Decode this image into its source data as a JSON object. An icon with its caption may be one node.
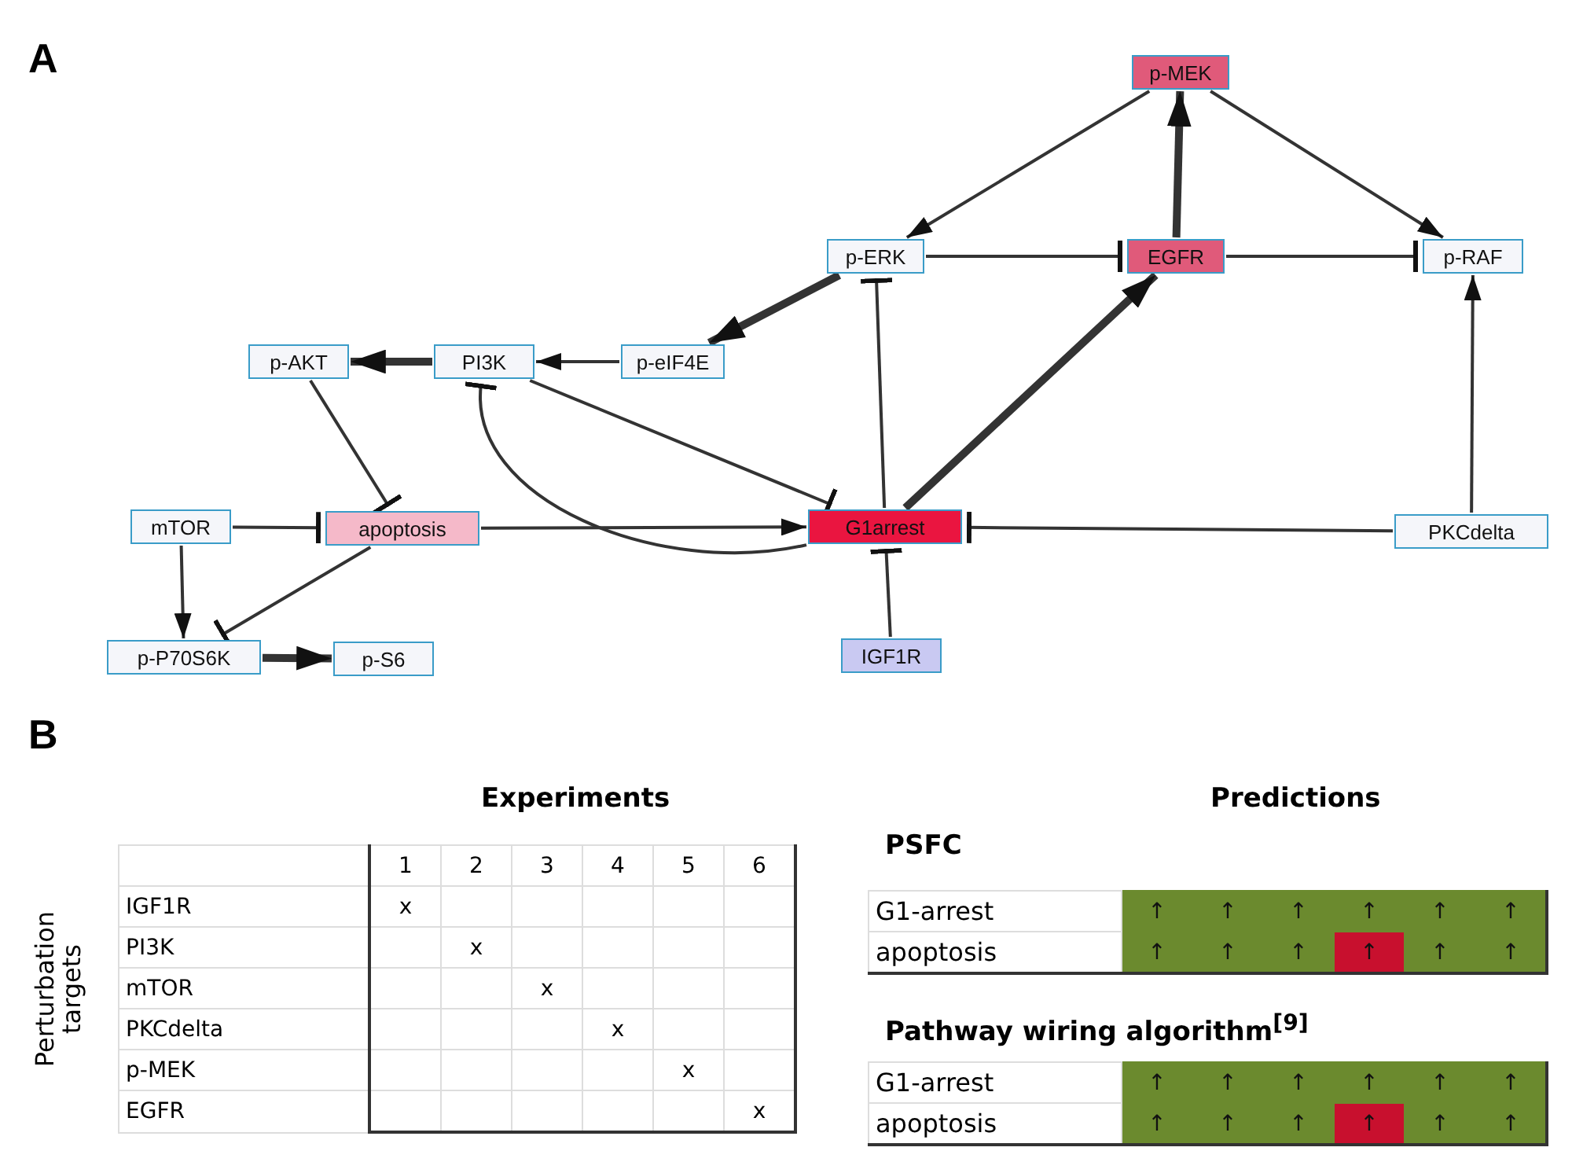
{
  "diagram": {
    "nodes": [
      {
        "text": [
          "p-MEK"
        ]
      },
      {
        "text": [
          "p-ERK"
        ]
      },
      {
        "text": [
          "EGFR"
        ]
      },
      {
        "text": [
          "p-RAF"
        ]
      },
      {
        "text": [
          "p-AKT"
        ]
      },
      {
        "text": [
          "PI3K"
        ]
      },
      {
        "text": [
          "p-eIF4E"
        ]
      },
      {
        "text": [
          "mTOR"
        ]
      },
      {
        "text": [
          "apoptosis"
        ]
      },
      {
        "text": [
          "G1arrest"
        ]
      },
      {
        "text": [
          "PKCdelta"
        ]
      },
      {
        "text": [
          "p-P70S6K"
        ]
      },
      {
        "text": [
          "p-S6"
        ]
      },
      {
        "text": [
          "IGF1R"
        ]
      }
    ],
    "edges": [
      {
        "from": 0,
        "to": 1,
        "arrow": "to"
      },
      {
        "from": 2,
        "to": 0,
        "arrow": "to",
        "style": "thick"
      },
      {
        "from": 0,
        "to": 3,
        "arrow": "to"
      },
      {
        "from": 1,
        "to": 2,
        "arrow": "other"
      },
      {
        "from": 2,
        "to": 3,
        "arrow": "other"
      },
      {
        "from": 1,
        "to": 6,
        "arrow": "to",
        "style": "thick"
      },
      {
        "from": 6,
        "to": 5,
        "arrow": "to"
      },
      {
        "from": 5,
        "to": 4,
        "arrow": "to",
        "style": "thick"
      },
      {
        "from": 9,
        "to": 1,
        "arrow": "other"
      },
      {
        "from": 9,
        "to": 2,
        "arrow": "to",
        "style": "thick"
      },
      {
        "from": 5,
        "to": 9,
        "arrow": "other"
      },
      {
        "from": 9,
        "to": 5,
        "arrow": "other"
      },
      {
        "from": 4,
        "to": 8,
        "arrow": "other"
      },
      {
        "from": 7,
        "to": 8,
        "arrow": "other"
      },
      {
        "from": 8,
        "to": 9,
        "arrow": "to"
      },
      {
        "from": 10,
        "to": 9,
        "arrow": "other"
      },
      {
        "from": 10,
        "to": 3,
        "arrow": "to"
      },
      {
        "from": 13,
        "to": 9,
        "arrow": "other"
      },
      {
        "from": 7,
        "to": 11,
        "arrow": "to"
      },
      {
        "from": 8,
        "to": 11,
        "arrow": "other"
      },
      {
        "from": 11,
        "to": 12,
        "arrow": "to",
        "style": "thick"
      }
    ],
    "labels": [
      "A",
      "B",
      "Experiments",
      "Perturbation targets",
      "1",
      "2",
      "3",
      "4",
      "5",
      "6",
      "IGF1R",
      "x",
      "PI3K",
      "x",
      "mTOR",
      "x",
      "PKCdelta",
      "x",
      "p-MEK",
      "x",
      "EGFR",
      "x",
      "Predictions",
      "PSFC",
      "G1-arrest",
      "↑",
      "↑",
      "↑",
      "↑",
      "↑",
      "↑",
      "apoptosis",
      "↑",
      "↑",
      "↑",
      "↑",
      "↑",
      "↑",
      "Pathway wiring algorithm$^{[9]}$",
      "G1-arrest",
      "↑",
      "↑",
      "↑",
      "↑",
      "↑",
      "↑",
      "apoptosis",
      "↑",
      "↑",
      "↑",
      "↑",
      "↑",
      "↑"
    ]
  }
}
